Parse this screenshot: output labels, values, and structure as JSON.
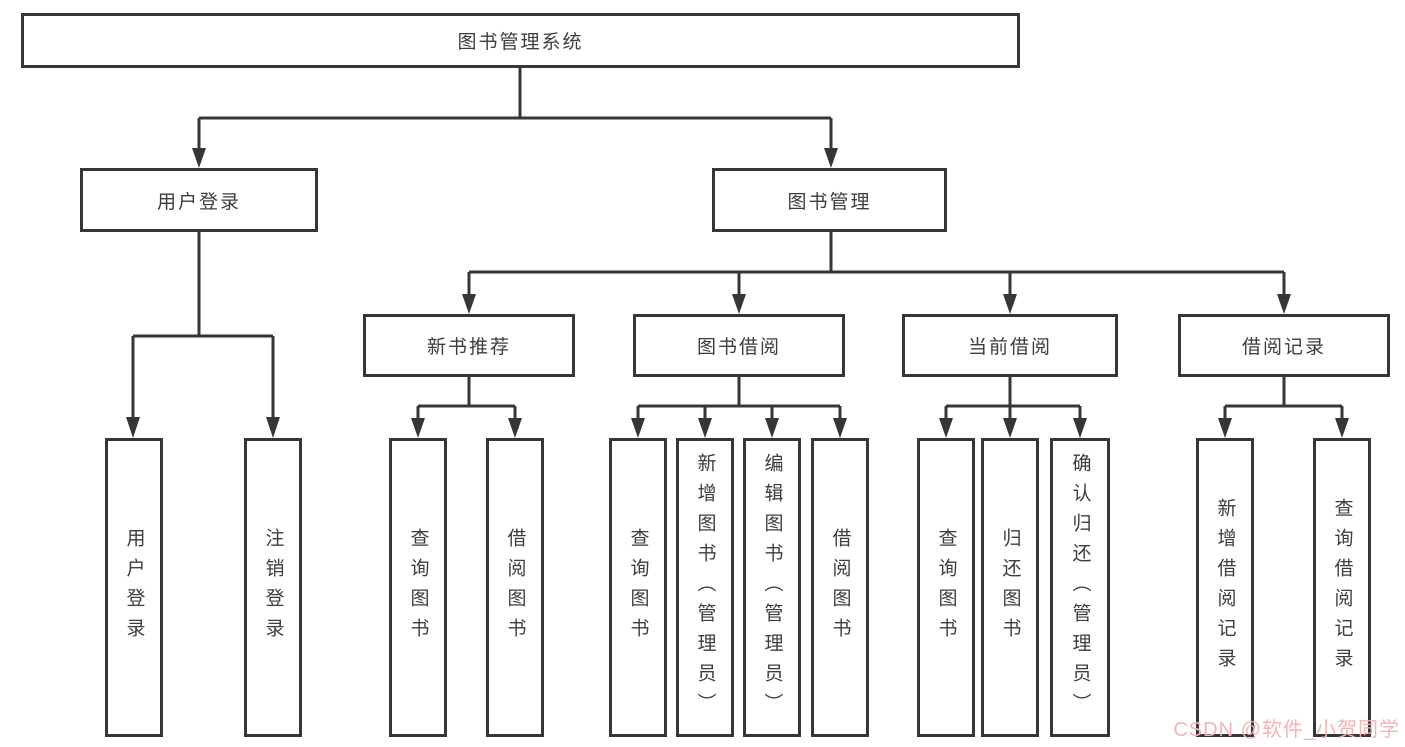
{
  "colors": {
    "line": "#363636",
    "box_border": "#363636",
    "box_fill": "#ffffff",
    "text": "#3d3d3d",
    "watermark": "#f2b4b4",
    "background": "#ffffff"
  },
  "tree": {
    "label": "图书管理系统",
    "children": [
      {
        "label": "用户登录",
        "children": [
          {
            "label": "用户登录"
          },
          {
            "label": "注销登录"
          }
        ]
      },
      {
        "label": "图书管理",
        "children": [
          {
            "label": "新书推荐",
            "children": [
              {
                "label": "查询图书"
              },
              {
                "label": "借阅图书"
              }
            ]
          },
          {
            "label": "图书借阅",
            "children": [
              {
                "label": "查询图书"
              },
              {
                "label": "新增图书（管理员）"
              },
              {
                "label": "编辑图书（管理员）"
              },
              {
                "label": "借阅图书"
              }
            ]
          },
          {
            "label": "当前借阅",
            "children": [
              {
                "label": "查询图书"
              },
              {
                "label": "归还图书"
              },
              {
                "label": "确认归还（管理员）"
              }
            ]
          },
          {
            "label": "借阅记录",
            "children": [
              {
                "label": "新增借阅记录"
              },
              {
                "label": "查询借阅记录"
              }
            ]
          }
        ]
      }
    ]
  },
  "watermark": {
    "text": "CSDN @软件_小贺同学"
  }
}
